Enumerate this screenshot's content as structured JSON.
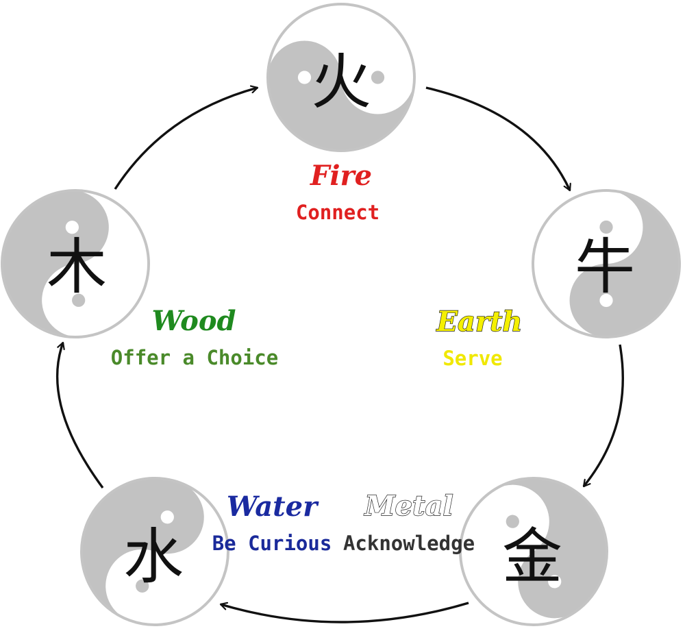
{
  "diagram": {
    "colors": {
      "circle_fill": "#ffffff",
      "circle_stroke": "#c4c4c4",
      "yinyang_gray": "#c2c2c2",
      "arrow": "#111111"
    },
    "elements": [
      {
        "id": "fire",
        "glyph": "火",
        "name": "Fire",
        "action": "Connect",
        "name_color": "#e02020",
        "action_color": "#e02020",
        "name_outline": false
      },
      {
        "id": "earth",
        "glyph": "牛",
        "name": "Earth",
        "action": "Serve",
        "name_color": "#f5f000",
        "action_color": "#f0e800",
        "name_outline": true
      },
      {
        "id": "metal",
        "glyph": "金",
        "name": "Metal",
        "action": "Acknowledge",
        "name_color": "#ffffff",
        "action_color": "#333333",
        "name_outline": true
      },
      {
        "id": "water",
        "glyph": "水",
        "name": "Water",
        "action": "Be Curious",
        "name_color": "#1a2aa0",
        "action_color": "#1a2a9a",
        "name_outline": false
      },
      {
        "id": "wood",
        "glyph": "木",
        "name": "Wood",
        "action": "Offer a Choice",
        "name_color": "#1f8a1f",
        "action_color": "#4a8a2a",
        "name_outline": false
      }
    ],
    "cycle": [
      "fire",
      "earth",
      "metal",
      "water",
      "wood",
      "fire"
    ]
  }
}
